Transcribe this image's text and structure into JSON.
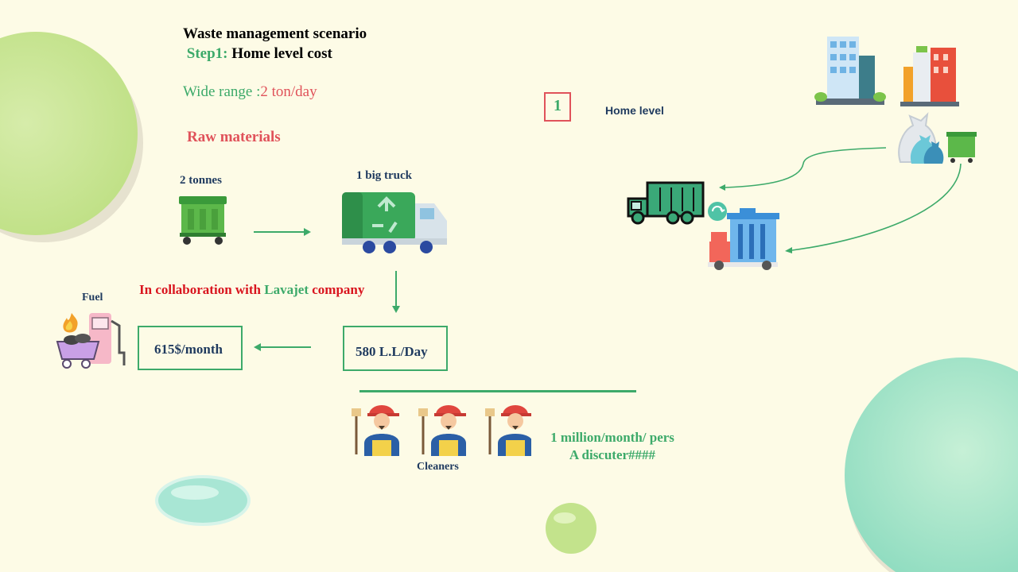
{
  "slide": {
    "title": "Waste management scenario",
    "step_label": "Step1:",
    "step_title": "Home level cost",
    "range_label": "Wide range :",
    "range_value": "2 ton/day",
    "raw_materials": "Raw materials",
    "bin_label": "2 tonnes",
    "truck_label": "1 big truck",
    "collab_prefix": "In collaboration with ",
    "collab_company": "Lavajet",
    "collab_suffix": " company",
    "fuel_label": "Fuel",
    "monthly_cost": "615$/month",
    "daily_cost": "580 L.L/Day",
    "cleaners_label": "Cleaners",
    "salary_line1": "1 million/month/ pers",
    "salary_line2": "A discuter####",
    "level_number": "1",
    "level_label": "Home level"
  },
  "colors": {
    "accent_green": "#3daa6a",
    "accent_red": "#e0525a",
    "navy": "#1f3a5f",
    "background": "#fdfbe6"
  },
  "icons": [
    "garbage-bin-icon",
    "recycling-truck-icon",
    "fuel-station-icon",
    "cleaner-icon",
    "buildings-icon",
    "garbage-bags-icon",
    "dump-truck-icon",
    "container-truck-icon"
  ]
}
